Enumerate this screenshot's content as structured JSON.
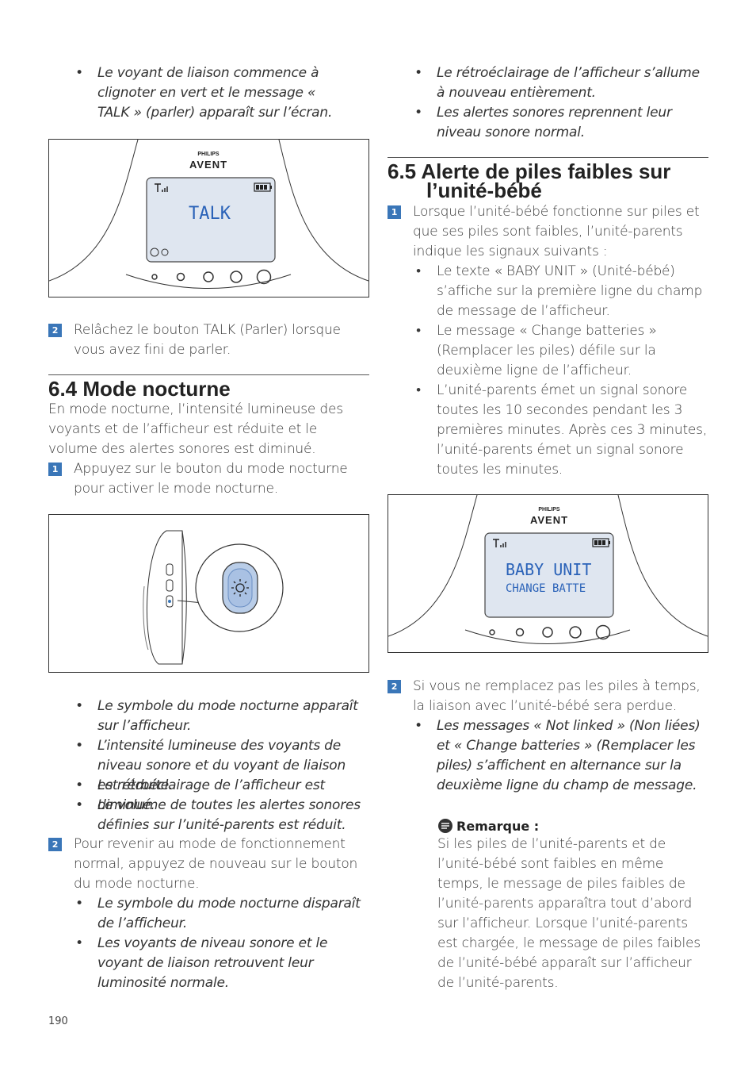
{
  "left": {
    "intro_bullets": [
      "Le voyant de liaison commence à clignoter en vert et le message « TALK » (parler) apparaît sur l’écran."
    ],
    "fig1": {
      "brand": "PHILIPS",
      "logo": "AVENT",
      "screen_text": "TALK"
    },
    "step2": {
      "num": "2",
      "text": "Relâchez le bouton TALK (Parler) lorsque vous avez fini de parler."
    },
    "section_64": {
      "title": "6.4 Mode nocturne",
      "intro": "En mode nocturne, l’intensité lumineuse des voyants et de l’afficheur est réduite et le volume des alertes sonores est diminué.",
      "step1": {
        "num": "1",
        "text": "Appuyez sur le bouton du mode nocturne pour activer le mode nocturne."
      },
      "bullets": [
        "Le symbole du mode nocturne apparaît sur l’afficheur.",
        "L’intensité lumineuse des voyants de niveau sonore et du voyant de liaison est réduite.",
        "Le rétroéclairage de l’afficheur est diminué.",
        "Le volume de toutes les alertes sonores définies sur l’unité-parents est réduit."
      ],
      "step2": {
        "num": "2",
        "text": "Pour revenir au mode de fonctionnement normal, appuyez de nouveau sur le bouton du mode nocturne."
      },
      "bullets2": [
        "Le symbole du mode nocturne disparaît de l’afficheur.",
        "Les voyants de niveau sonore et le voyant de liaison retrouvent leur luminosité normale."
      ]
    }
  },
  "right": {
    "intro_bullets": [
      "Le rétroéclairage de l’afficheur s’allume à nouveau entièrement.",
      "Les alertes sonores reprennent leur niveau sonore normal."
    ],
    "section_65": {
      "title_line1": "6.5 Alerte de piles faibles sur",
      "title_line2": "l’unité-bébé",
      "step1": {
        "num": "1",
        "text": "Lorsque l’unité-bébé fonctionne sur piles et que ses piles sont faibles, l’unité-parents indique les signaux suivants :"
      },
      "bullets": [
        "Le texte « BABY UNIT » (Unité-bébé) s’affiche sur la première ligne du champ de message de l’afficheur.",
        "Le message « Change batteries » (Remplacer les piles) défile sur la deuxième ligne de l’afficheur.",
        "L’unité-parents émet un signal sonore toutes les 10 secondes pendant les 3 premières minutes. Après ces 3 minutes, l’unité-parents émet un signal sonore toutes les minutes."
      ],
      "fig": {
        "brand": "PHILIPS",
        "logo": "AVENT",
        "screen_line1": "BABY UNIT",
        "screen_line2": "CHANGE BATTE"
      },
      "step2": {
        "num": "2",
        "text": "Si vous ne remplacez pas les piles à temps, la liaison avec l’unité-bébé sera perdue."
      },
      "bullets2": [
        "Les messages « Not linked » (Non liées) et « Change batteries » (Remplacer les piles) s’affichent en alternance sur la deuxième ligne du champ de message."
      ],
      "note": {
        "title": "Remarque :",
        "text": "Si les piles de l’unité-parents et de l’unité-bébé sont faibles en même temps, le message de piles faibles de l’unité-parents apparaîtra tout d’abord sur l’afficheur. Lorsque l’unité-parents est chargée, le message de piles faibles de l’unité-bébé apparaît sur l’afficheur de l’unité-parents."
      }
    }
  },
  "page_number": "190",
  "colors": {
    "step_badge": "#3a76b8",
    "lcd_bg": "#dfe6f0",
    "lcd_text": "#2a62b8"
  }
}
